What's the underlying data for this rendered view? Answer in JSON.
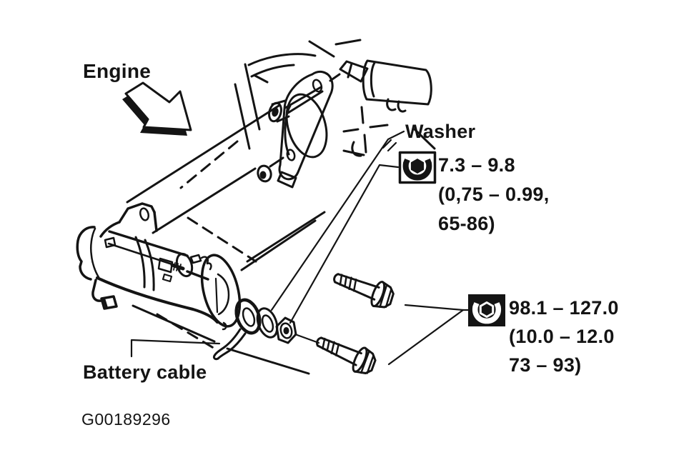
{
  "figure": {
    "type": "starter-motor-removal-installation-diagram",
    "code": "G00189296",
    "bg_color": "#ffffff",
    "ink_color": "#141414"
  },
  "labels": {
    "engine": "Engine",
    "washer": "Washer",
    "battery_cable": "Battery cable"
  },
  "torque_specs": {
    "terminal_nut": {
      "icon": "torque-wrench-outline-icon",
      "line1": "7.3 – 9.8",
      "line2": "(0,75 – 0.99,",
      "line3": "65-86)"
    },
    "mounting_bolts": {
      "icon": "torque-wrench-solid-icon",
      "line1": "98.1 – 127.0",
      "line2": "(10.0 – 12.0",
      "line3": "73 – 93)"
    }
  }
}
